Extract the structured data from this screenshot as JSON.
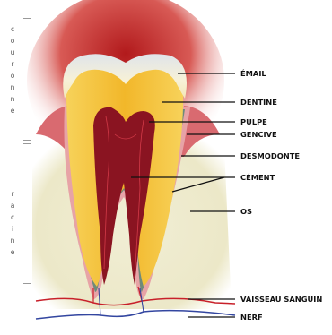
{
  "side_labels": {
    "crown": "couronne",
    "root": "racine"
  },
  "labels": {
    "email": "ÉMAIL",
    "dentine": "DENTINE",
    "pulpe": "PULPE",
    "gencive": "GENCIVE",
    "desmodonte": "DESMODONTE",
    "cement": "CÉMENT",
    "os": "OS",
    "vessel": "VAISSEAU SANGUIN",
    "nerf": "NERF"
  },
  "colors": {
    "gum": "#c94a5a",
    "bone": "#ece8c8",
    "enamel": "#f3eccb",
    "dentine": "#f2c33a",
    "pulp": "#8a1421",
    "cement": "#6f8a7a",
    "vessel": "#c8202a",
    "nerve": "#3346a0"
  }
}
